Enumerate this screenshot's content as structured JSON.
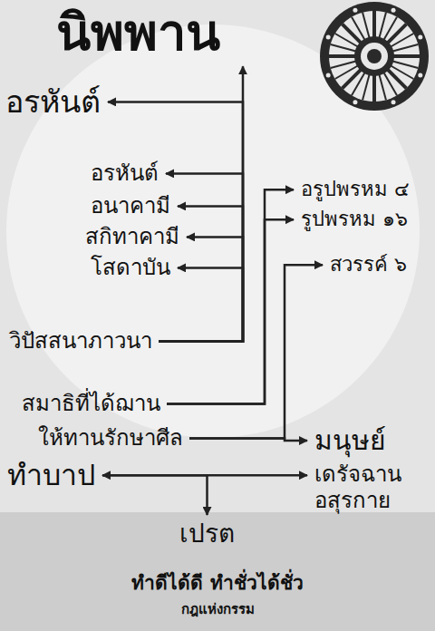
{
  "diagram": {
    "caption": "ทำดีได้ดี ทำชั่วได้ชั่ว",
    "nodes": [
      {
        "text": [
          "นิพพาน"
        ]
      },
      {
        "text": [
          "อรหันต์"
        ]
      },
      {
        "text": [
          "อรูปพรหม ๔"
        ]
      },
      {
        "text": [
          "อรหันต์"
        ]
      },
      {
        "text": [
          "รูปพรหม ๑๖"
        ]
      },
      {
        "text": [
          "อนาคามี"
        ]
      },
      {
        "text": [
          "สกิทาคามี"
        ]
      },
      {
        "text": [
          "สวรรค์ ๖"
        ]
      },
      {
        "text": [
          "โสดาบัน"
        ]
      },
      {
        "text": [
          "วิปัสสนาภาวนา"
        ]
      },
      {
        "text": [
          "สมาธิที่ได้ฌาน"
        ]
      },
      {
        "text": [
          "ให้ทานรักษาศีล"
        ]
      },
      {
        "text": [
          "มนุษย์"
        ]
      },
      {
        "text": [
          "ทำบาป"
        ]
      },
      {
        "text": [
          "เดรัจฉาน อสุรกาย"
        ]
      },
      {
        "text": [
          "เปรต"
        ]
      }
    ],
    "edges": [
      {
        "from": 9,
        "to": 0,
        "arrow": "to"
      },
      {
        "from": 9,
        "to": 1,
        "arrow": "to"
      },
      {
        "from": 9,
        "to": 3,
        "arrow": "to"
      },
      {
        "from": 9,
        "to": 5,
        "arrow": "to"
      },
      {
        "from": 9,
        "to": 6,
        "arrow": "to"
      },
      {
        "from": 9,
        "to": 8,
        "arrow": "to"
      },
      {
        "from": 10,
        "to": 2,
        "arrow": "to"
      },
      {
        "from": 10,
        "to": 4,
        "arrow": "to"
      },
      {
        "from": 11,
        "to": 7,
        "arrow": "to"
      },
      {
        "from": 11,
        "to": 12,
        "arrow": "to"
      },
      {
        "from": 13,
        "to": 14,
        "arrow": "both"
      },
      {
        "from": 13,
        "to": 15,
        "arrow": "to"
      }
    ],
    "labels": [
      "กฎแห่งกรรม"
    ]
  }
}
